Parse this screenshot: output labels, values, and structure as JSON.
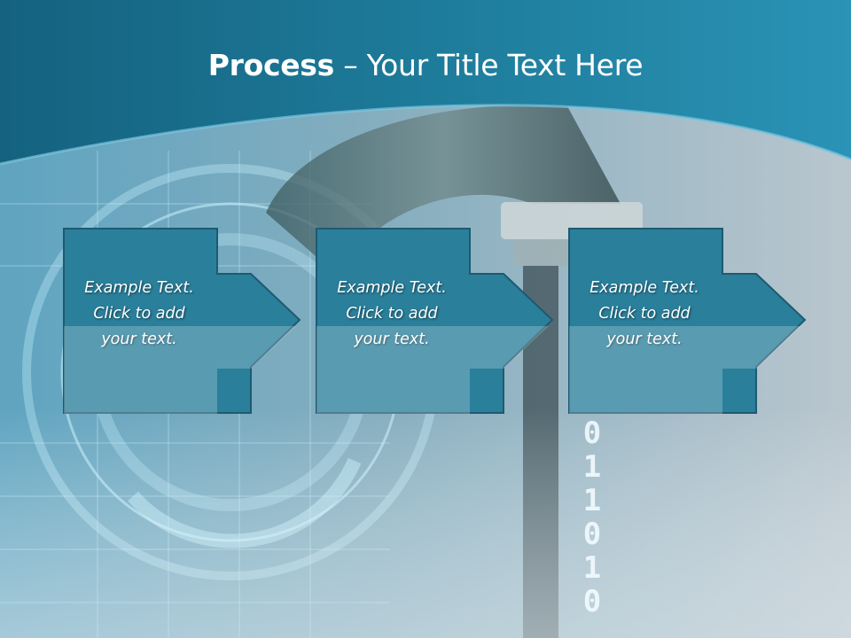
{
  "slide": {
    "title_strong": "Process",
    "title_separator": " – ",
    "title_rest": "Your Title Text Here"
  },
  "steps": [
    {
      "line1": "Example Text.",
      "line2": "Click  to add",
      "line3": "your text."
    },
    {
      "line1": "Example Text.",
      "line2": "Click  to add",
      "line3": "your text."
    },
    {
      "line1": "Example Text.",
      "line2": "Click  to add",
      "line3": "your text."
    }
  ],
  "background": {
    "binary_digits": [
      "0",
      "1",
      "1",
      "0",
      "1",
      "0"
    ]
  },
  "colors": {
    "header": "#1e7b9a",
    "box_fill": "#2a7f9b",
    "box_border": "#1d5a70",
    "text": "#ffffff"
  }
}
